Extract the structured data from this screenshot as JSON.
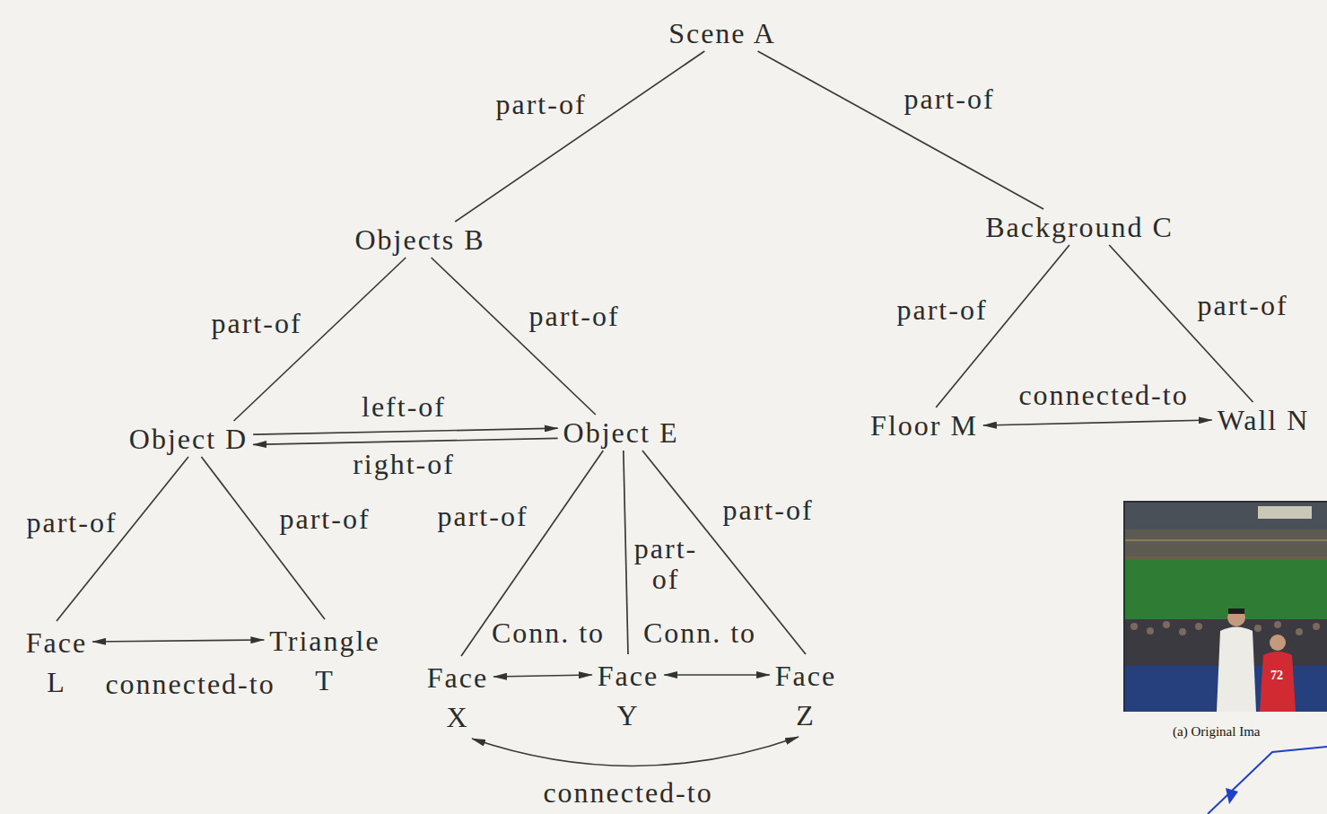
{
  "diagram": {
    "nodes": [
      {
        "text": [
          "Scene A"
        ]
      },
      {
        "text": [
          "Objects B"
        ]
      },
      {
        "text": [
          "Background C"
        ]
      },
      {
        "text": [
          "Object D"
        ]
      },
      {
        "text": [
          "Object E"
        ]
      },
      {
        "text": [
          "Floor M"
        ]
      },
      {
        "text": [
          "Wall N"
        ]
      },
      {
        "text": [
          "Face",
          "L"
        ]
      },
      {
        "text": [
          "Triangle",
          "T"
        ]
      },
      {
        "text": [
          "Face",
          "X"
        ]
      },
      {
        "text": [
          "Face",
          "Y"
        ]
      },
      {
        "text": [
          "Face",
          "Z"
        ]
      }
    ],
    "edges": [
      {
        "from": 0,
        "to": 1,
        "label": "part-of",
        "arrow": "none"
      },
      {
        "from": 0,
        "to": 2,
        "label": "part-of",
        "arrow": "none"
      },
      {
        "from": 1,
        "to": 3,
        "label": "part-of",
        "arrow": "none"
      },
      {
        "from": 1,
        "to": 4,
        "label": "part-of",
        "arrow": "none"
      },
      {
        "from": 2,
        "to": 5,
        "label": "part-of",
        "arrow": "none"
      },
      {
        "from": 2,
        "to": 6,
        "label": "part-of",
        "arrow": "none"
      },
      {
        "from": 3,
        "to": 4,
        "label": "left-of",
        "arrow": "to"
      },
      {
        "from": 4,
        "to": 3,
        "label": "right-of",
        "arrow": "to"
      },
      {
        "from": 5,
        "to": 6,
        "label": "connected-to",
        "arrow": "both"
      },
      {
        "from": 3,
        "to": 7,
        "label": "part-of",
        "arrow": "none"
      },
      {
        "from": 3,
        "to": 8,
        "label": "part-of",
        "arrow": "none"
      },
      {
        "from": 7,
        "to": 8,
        "label": "connected-to",
        "arrow": "both"
      },
      {
        "from": 4,
        "to": 9,
        "label": "part-of",
        "arrow": "none"
      },
      {
        "from": 4,
        "to": 10,
        "label": "part- of",
        "arrow": "none"
      },
      {
        "from": 4,
        "to": 11,
        "label": "part-of",
        "arrow": "none"
      },
      {
        "from": 9,
        "to": 10,
        "label": "Conn. to",
        "arrow": "both"
      },
      {
        "from": 10,
        "to": 11,
        "label": "Conn. to",
        "arrow": "both"
      },
      {
        "from": 9,
        "to": 11,
        "label": "connected-to",
        "arrow": "both"
      }
    ],
    "labels": [
      "(a) Original Ima",
      "72"
    ]
  }
}
